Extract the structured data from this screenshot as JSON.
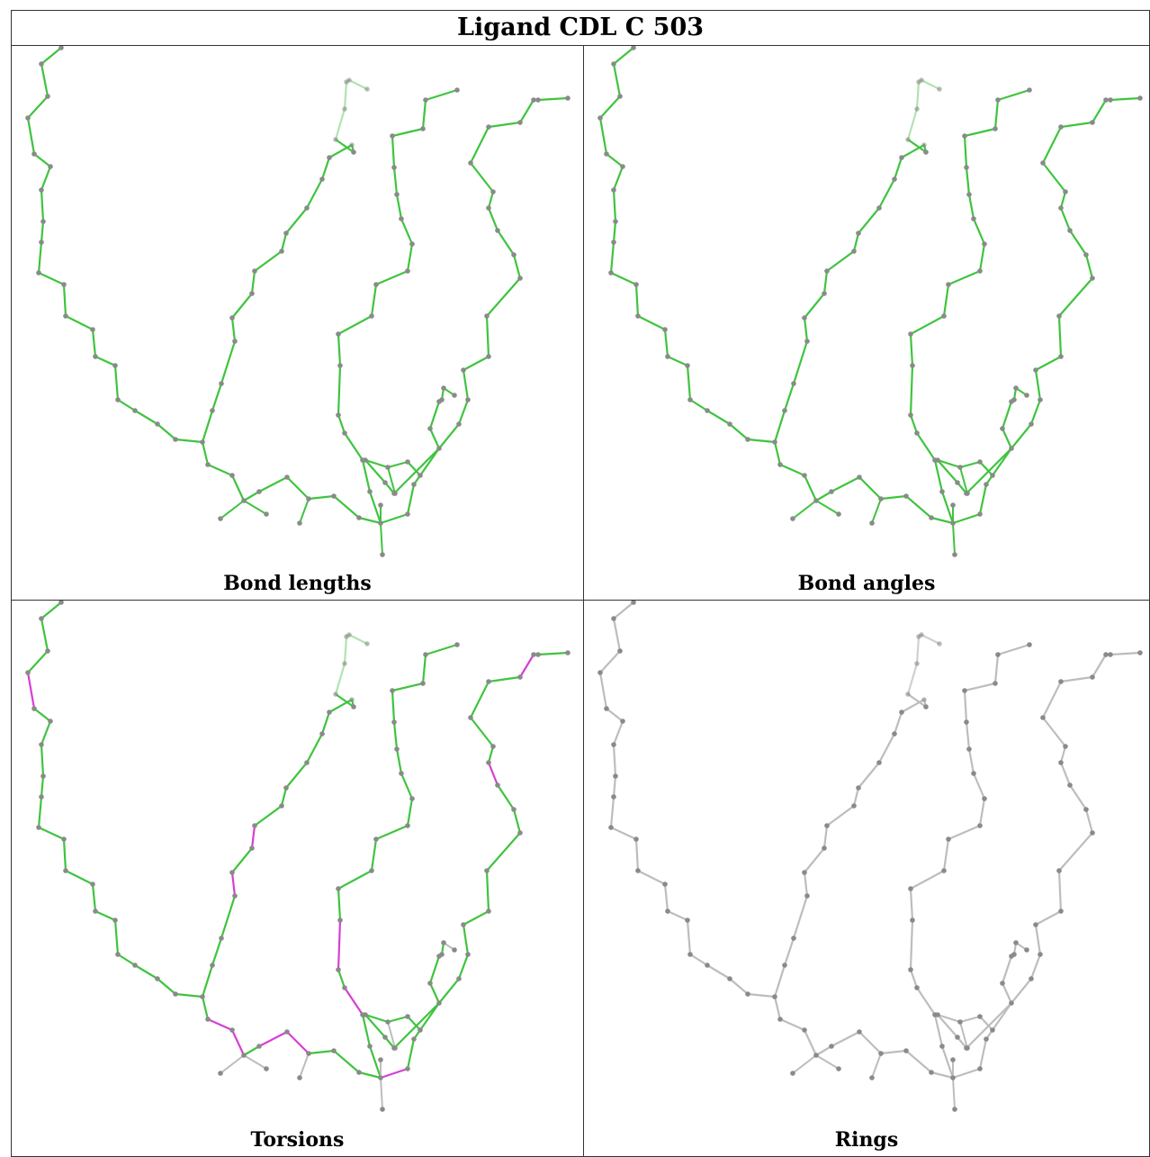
{
  "title": "Ligand CDL C 503",
  "panels": [
    {
      "id": "bond-lengths",
      "caption": "Bond lengths",
      "coloring": "green"
    },
    {
      "id": "bond-angles",
      "caption": "Bond angles",
      "coloring": "green"
    },
    {
      "id": "torsions",
      "caption": "Torsions",
      "coloring": "torsion"
    },
    {
      "id": "rings",
      "caption": "Rings",
      "coloring": "grey"
    }
  ],
  "colors": {
    "bond_green": "#3fc43f",
    "bond_green_light": "#8fd98f",
    "bond_magenta": "#d63fd6",
    "bond_grey": "#bdbdbd",
    "atom": "#8a8a8a",
    "border": "#333333"
  }
}
